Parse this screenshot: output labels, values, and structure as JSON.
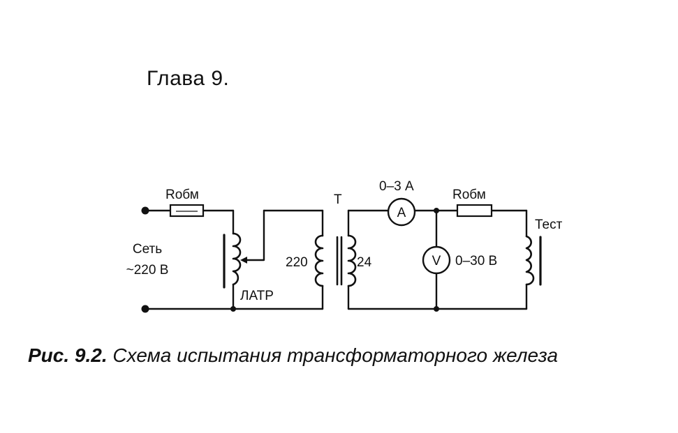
{
  "header": {
    "title": "Глава 9."
  },
  "diagram": {
    "labels": {
      "r_left": "Rобм",
      "r_right": "Rобм",
      "mains_line1": "Сеть",
      "mains_line2": "~220 В",
      "latr": "ЛАТР",
      "transformer": "Т",
      "primary": "220",
      "secondary": "24",
      "ammeter_range": "0–3 А",
      "ammeter_symbol": "A",
      "voltmeter_range": "0–30 В",
      "voltmeter_symbol": "V",
      "test": "Тест"
    }
  },
  "caption": {
    "number": "Рис. 9.2.",
    "text": "Схема испытания трансформаторного железа"
  }
}
